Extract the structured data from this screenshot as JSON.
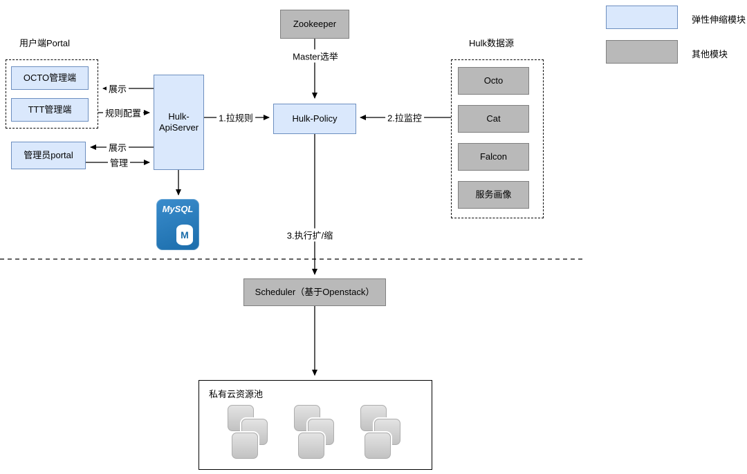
{
  "legend": {
    "items": [
      {
        "label": "弹性伸缩模块",
        "fill": "#dae8fc",
        "border": "#6c8ebf"
      },
      {
        "label": "其他模块",
        "fill": "#b9b9b9",
        "border": "#7f7f7f"
      }
    ]
  },
  "groups": {
    "user_portal": "用户端Portal",
    "datasource": "Hulk数据源"
  },
  "nodes": {
    "zookeeper": "Zookeeper",
    "octo_admin": "OCTO管理端",
    "ttt_admin": "TTT管理端",
    "admin_portal": "管理员portal",
    "api_server": "Hulk-ApiServer",
    "policy": "Hulk-Policy",
    "datasources": [
      "Octo",
      "Cat",
      "Falcon",
      "服务画像"
    ],
    "mysql_label": "MySQL",
    "mysql_m": "M",
    "scheduler": "Scheduler（基于Openstack）",
    "resource_pool": "私有云资源池"
  },
  "edges": {
    "master_election": "Master选举",
    "display_top": "展示",
    "rule_config": "规则配置",
    "display_admin": "展示",
    "manage": "管理",
    "pull_rules": "1.拉规则",
    "pull_monitor": "2.拉监控",
    "execute_scale": "3.执行扩/缩"
  }
}
